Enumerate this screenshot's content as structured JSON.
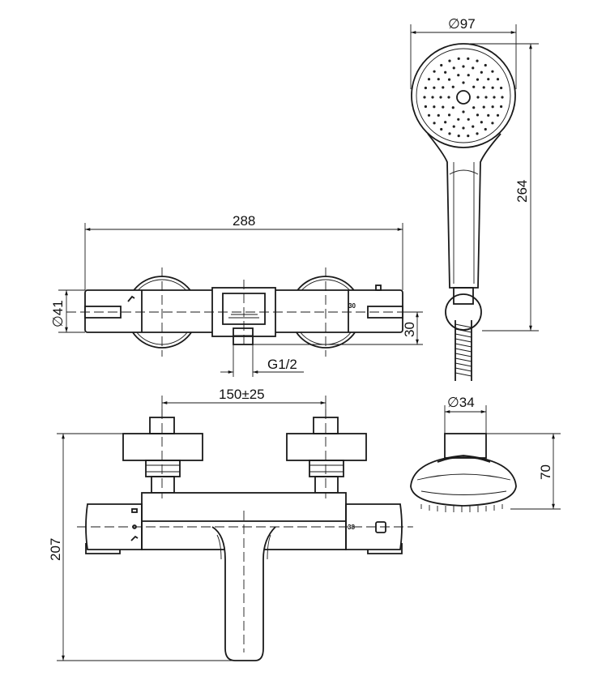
{
  "drawing": {
    "hand_shower_head_diameter": "∅97",
    "hand_shower_length": "264",
    "mixer_width": "288",
    "body_diameter": "∅41",
    "outlet_offset": "30",
    "outlet_thread": "G1/2",
    "inlet_centers": "150±25",
    "handle_diameter": "∅34",
    "hand_shower_depth": "70",
    "mixer_height": "207",
    "scale_mark_top": "30",
    "scale_mark_front": "38"
  }
}
